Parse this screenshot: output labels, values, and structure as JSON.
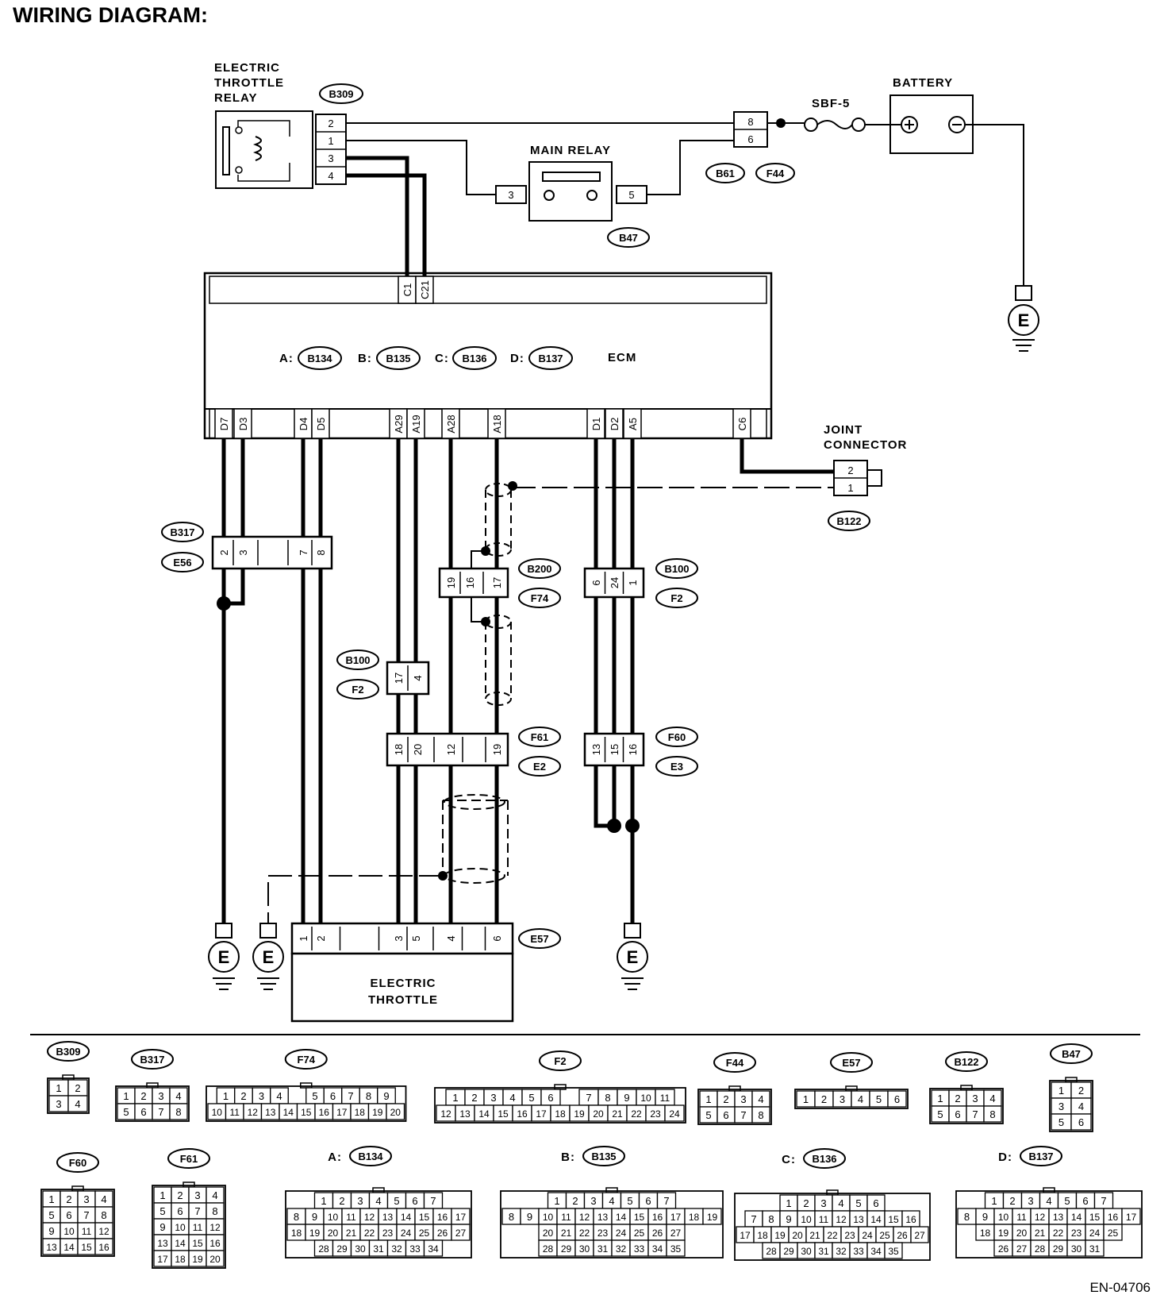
{
  "title": "WIRING DIAGRAM:",
  "figure_code": "EN-04706",
  "labels": {
    "electric_throttle_relay": [
      "ELECTRIC",
      "THROTTLE",
      "RELAY"
    ],
    "battery": "BATTERY",
    "fuse": "SBF-5",
    "main_relay": "MAIN RELAY",
    "ecm": "ECM",
    "joint_connector": [
      "JOINT",
      "CONNECTOR"
    ],
    "electric_throttle": [
      "ELECTRIC",
      "THROTTLE"
    ],
    "ground": "E"
  },
  "ecm_connectors": [
    {
      "prefix": "A:",
      "code": "B134"
    },
    {
      "prefix": "B:",
      "code": "B135"
    },
    {
      "prefix": "C:",
      "code": "B136"
    },
    {
      "prefix": "D:",
      "code": "B137"
    }
  ],
  "ecm_top_pins": [
    "C1",
    "C21"
  ],
  "ecm_bottom_pins": [
    "D7",
    "D3",
    "D4",
    "D5",
    "A29",
    "A19",
    "A28",
    "A18",
    "D1",
    "D2",
    "A5",
    "C6"
  ],
  "relay": {
    "code": "B309",
    "pins": [
      "2",
      "1",
      "3",
      "4"
    ]
  },
  "main_relay": {
    "code": "B47",
    "pins": [
      "3",
      "5"
    ]
  },
  "battery_connector": {
    "codes": [
      "B61",
      "F44"
    ],
    "pins": [
      "8",
      "6"
    ]
  },
  "joint_connector": {
    "code": "B122",
    "pins": [
      "2",
      "1"
    ]
  },
  "harness": [
    {
      "codes": [
        "B317",
        "E56"
      ],
      "pins": [
        "2",
        "3",
        "",
        "7",
        "8"
      ]
    },
    {
      "codes": [
        "B200",
        "F74"
      ],
      "pins": [
        "19",
        "16",
        "17"
      ]
    },
    {
      "codes": [
        "B100",
        "F2"
      ],
      "pins": [
        "6",
        "24",
        "1"
      ]
    },
    {
      "codes": [
        "B100",
        "F2"
      ],
      "pins": [
        "17",
        "4"
      ]
    },
    {
      "codes": [
        "F61",
        "E2"
      ],
      "pins": [
        "18",
        "20",
        "12",
        "",
        "19"
      ]
    },
    {
      "codes": [
        "F60",
        "E3"
      ],
      "pins": [
        "13",
        "15",
        "16"
      ]
    }
  ],
  "throttle": {
    "code": "E57",
    "pins": [
      "1",
      "2",
      "",
      "3",
      "5",
      "4",
      "",
      "6"
    ]
  },
  "connector_views": [
    {
      "code": "B309",
      "rows": [
        [
          "1",
          "2"
        ],
        [
          "3",
          "4"
        ]
      ]
    },
    {
      "code": "B317",
      "rows": [
        [
          "1",
          "2",
          "3",
          "4"
        ],
        [
          "5",
          "6",
          "7",
          "8"
        ]
      ]
    },
    {
      "code": "F74",
      "rows": [
        [
          "1",
          "2",
          "3",
          "4",
          "",
          "5",
          "6",
          "7",
          "8",
          "9"
        ],
        [
          "10",
          "11",
          "12",
          "13",
          "14",
          "15",
          "16",
          "17",
          "18",
          "19",
          "20"
        ]
      ]
    },
    {
      "code": "F2",
      "rows": [
        [
          "1",
          "2",
          "3",
          "4",
          "5",
          "6",
          "",
          "7",
          "8",
          "9",
          "10",
          "11"
        ],
        [
          "12",
          "13",
          "14",
          "15",
          "16",
          "17",
          "18",
          "19",
          "20",
          "21",
          "22",
          "23",
          "24"
        ]
      ]
    },
    {
      "code": "F44",
      "rows": [
        [
          "1",
          "2",
          "3",
          "4"
        ],
        [
          "5",
          "6",
          "7",
          "8"
        ]
      ]
    },
    {
      "code": "E57",
      "rows": [
        [
          "1",
          "2",
          "3",
          "4",
          "5",
          "6"
        ]
      ]
    },
    {
      "code": "B122",
      "rows": [
        [
          "1",
          "2",
          "3",
          "4"
        ],
        [
          "5",
          "6",
          "7",
          "8"
        ]
      ]
    },
    {
      "code": "B47",
      "rows": [
        [
          "1",
          "2"
        ],
        [
          "3",
          "4"
        ],
        [
          "5",
          "6"
        ]
      ]
    },
    {
      "code": "F60",
      "rows": [
        [
          "1",
          "2",
          "3",
          "4"
        ],
        [
          "5",
          "6",
          "7",
          "8"
        ],
        [
          "9",
          "10",
          "11",
          "12"
        ],
        [
          "13",
          "14",
          "15",
          "16"
        ]
      ]
    },
    {
      "code": "F61",
      "rows": [
        [
          "1",
          "2",
          "3",
          "4"
        ],
        [
          "5",
          "6",
          "7",
          "8"
        ],
        [
          "9",
          "10",
          "11",
          "12"
        ],
        [
          "13",
          "14",
          "15",
          "16"
        ],
        [
          "17",
          "18",
          "19",
          "20"
        ]
      ]
    },
    {
      "prefix": "A:",
      "code": "B134",
      "rows": [
        [
          "1",
          "2",
          "3",
          "4",
          "5",
          "6",
          "7"
        ],
        [
          "8",
          "9",
          "10",
          "11",
          "12",
          "13",
          "14",
          "15",
          "16",
          "17"
        ],
        [
          "18",
          "19",
          "20",
          "21",
          "22",
          "23",
          "24",
          "25",
          "26",
          "27"
        ],
        [
          "28",
          "29",
          "30",
          "31",
          "32",
          "33",
          "34"
        ]
      ]
    },
    {
      "prefix": "B:",
      "code": "B135",
      "rows": [
        [
          "1",
          "2",
          "3",
          "4",
          "5",
          "6",
          "7"
        ],
        [
          "8",
          "9",
          "10",
          "11",
          "12",
          "13",
          "14",
          "15",
          "16",
          "17",
          "18",
          "19"
        ],
        [
          "20",
          "21",
          "22",
          "23",
          "24",
          "25",
          "26",
          "27"
        ],
        [
          "28",
          "29",
          "30",
          "31",
          "32",
          "33",
          "34",
          "35"
        ]
      ]
    },
    {
      "prefix": "C:",
      "code": "B136",
      "rows": [
        [
          "1",
          "2",
          "3",
          "4",
          "5",
          "6"
        ],
        [
          "7",
          "8",
          "9",
          "10",
          "11",
          "12",
          "13",
          "14",
          "15",
          "16"
        ],
        [
          "17",
          "18",
          "19",
          "20",
          "21",
          "22",
          "23",
          "24",
          "25",
          "26",
          "27"
        ],
        [
          "28",
          "29",
          "30",
          "31",
          "32",
          "33",
          "34",
          "35"
        ]
      ]
    },
    {
      "prefix": "D:",
      "code": "B137",
      "rows": [
        [
          "1",
          "2",
          "3",
          "4",
          "5",
          "6",
          "7"
        ],
        [
          "8",
          "9",
          "10",
          "11",
          "12",
          "13",
          "14",
          "15",
          "16",
          "17"
        ],
        [
          "18",
          "19",
          "20",
          "21",
          "22",
          "23",
          "24",
          "25"
        ],
        [
          "26",
          "27",
          "28",
          "29",
          "30",
          "31"
        ]
      ]
    }
  ]
}
